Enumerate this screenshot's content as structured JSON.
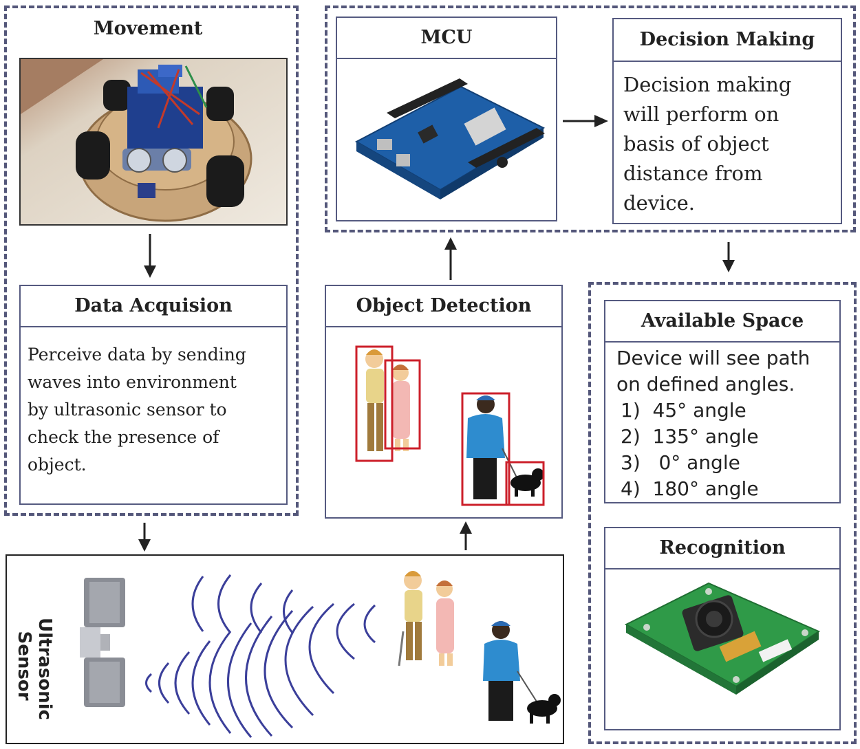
{
  "movement": {
    "title": "Movement"
  },
  "data_acquisition": {
    "title": "Data Acquision",
    "lines": [
      "Perceive data by sending",
      "waves into environment",
      "by ultrasonic sensor to",
      "check the presence of",
      "object."
    ]
  },
  "mcu": {
    "title": "MCU"
  },
  "decision_making": {
    "title": "Decision Making",
    "lines": [
      "Decision making",
      "will perform on",
      "basis of object",
      "distance from",
      "device."
    ]
  },
  "object_detection": {
    "title": "Object Detection"
  },
  "available_space": {
    "title": "Available Space",
    "lines": [
      "Device will see path",
      "on defined angles."
    ],
    "angles": [
      "1)  45° angle",
      "2)  135° angle",
      "3)   0° angle",
      "4)  180° angle"
    ]
  },
  "recognition": {
    "title": "Recognition"
  },
  "sensor": {
    "label_line1": "Ultrasonic",
    "label_line2": "Sensor"
  },
  "colors": {
    "dash": "#54577a",
    "border": "#555a80",
    "detect_box": "#cc1f2a",
    "wave": "#3b3f9a",
    "pcb_blue": "#1e5fa8",
    "pcb_green": "#2f9a48"
  }
}
